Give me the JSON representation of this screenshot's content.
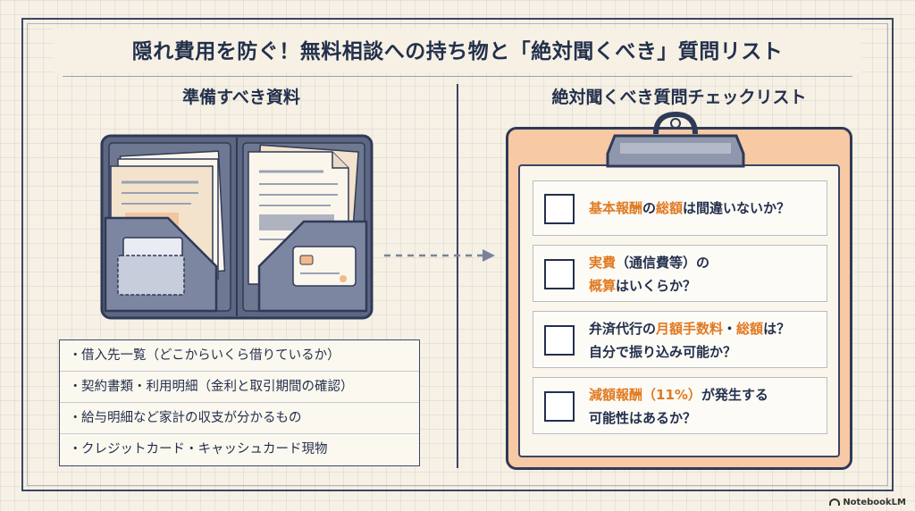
{
  "title": "隠れ費用を防ぐ！無料相談への持ち物と「絶対聞くべき」質問リスト",
  "left": {
    "heading": "準備すべき資料",
    "items": [
      "借入先一覧（どこからいくら借りているか）",
      "契約書類・利用明細（金利と取引期間の確認）",
      "給与明細など家計の収支が分かるもの",
      "クレジットカード・キャッシュカード現物"
    ],
    "bullet": "・"
  },
  "right": {
    "heading": "絶対聞くべき質問チェックリスト",
    "questions": [
      {
        "l1a": "基本報酬",
        "l1b": "の",
        "l1c": "総額",
        "l1d": "は間違いないか？"
      },
      {
        "l1a": "実費",
        "l1b": "（通信費等）の",
        "l2a": "概算",
        "l2b": "はいくらか？"
      },
      {
        "l1a": "弁済代行の",
        "l1b": "月額手数料",
        "l1c": "・",
        "l1d": "総額",
        "l1e": "は？",
        "l2a": "自分で振り込み可能か？"
      },
      {
        "l1a": "減額報酬（11%）",
        "l1b": "が発生する",
        "l2a": "可能性はあるか？"
      }
    ]
  },
  "watermark": "NotebookLM",
  "colors": {
    "accent": "#e07a22",
    "navy": "#23304d",
    "board": "#f7c9a4"
  }
}
